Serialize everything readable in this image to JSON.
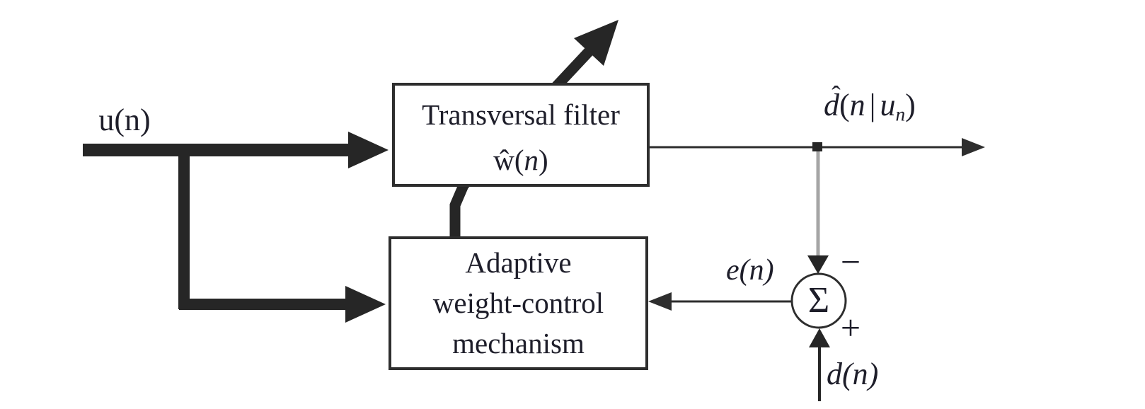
{
  "figure": {
    "kind": "block-diagram",
    "subject": "adaptive transversal filter with weight-control feedback loop",
    "colors": {
      "background": "#ffffff",
      "thick_ink": "#262626",
      "thin_ink": "#2e2e2e",
      "gray_feedback_line": "#a5a5a5",
      "text": "#1e1e2a"
    }
  },
  "blocks": {
    "transversal": {
      "line1": "Transversal filter",
      "w_hat": "ŵ(",
      "w_arg": "n",
      "w_close": ")"
    },
    "adaptive": {
      "line1": "Adaptive",
      "line2": "weight-control",
      "line3": "mechanism"
    }
  },
  "signals": {
    "input": "u(n)",
    "error": "e(n)",
    "desired": "d(n)",
    "output": {
      "hat": "ˆ",
      "d": "d",
      "open": "(",
      "arg": "n",
      "pipe": "|",
      "u": "u",
      "sub": "n",
      "close": ")"
    }
  },
  "summer": {
    "symbol": "Σ",
    "minus": "−",
    "plus": "+"
  }
}
